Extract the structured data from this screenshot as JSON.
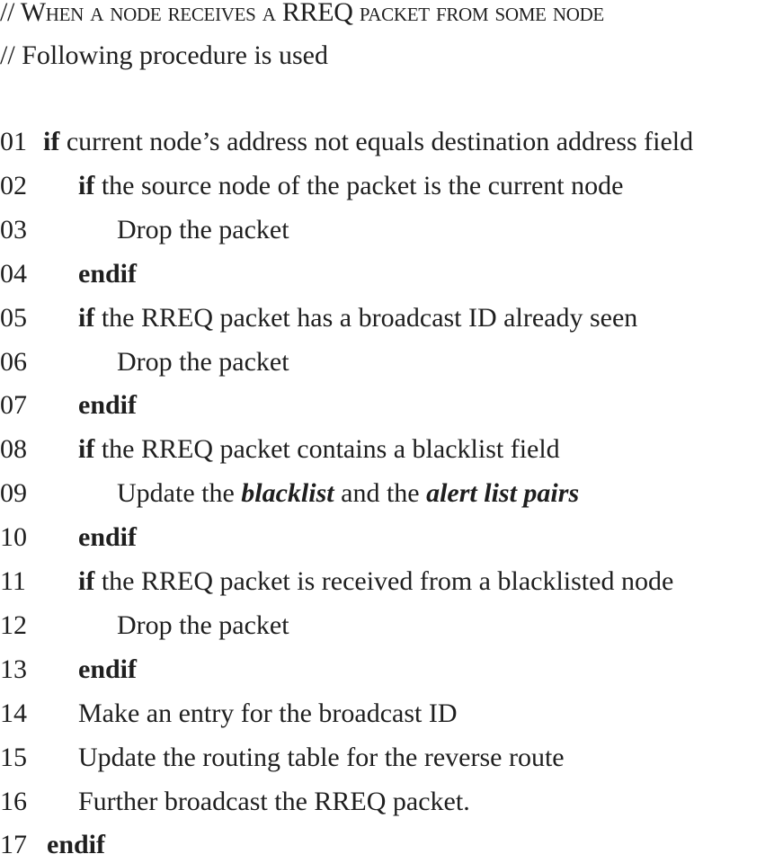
{
  "header": {
    "comment_prefix": "// ",
    "title_lead": "W",
    "title_rest": "hen a node receives a ",
    "title_rreq": "RREQ",
    "title_tail": " packet from some node",
    "subtitle": "// Following procedure is used"
  },
  "lines": [
    {
      "num": "01",
      "indent": 0,
      "parts": [
        {
          "text": "if",
          "style": "kw"
        },
        {
          "text": " current node’s address not equals destination address field",
          "style": ""
        }
      ]
    },
    {
      "num": "02",
      "indent": 1,
      "parts": [
        {
          "text": "if",
          "style": "kw"
        },
        {
          "text": " the source node of the packet is the current node",
          "style": ""
        }
      ]
    },
    {
      "num": "03",
      "indent": 2,
      "parts": [
        {
          "text": "Drop the packet",
          "style": ""
        }
      ]
    },
    {
      "num": "04",
      "indent": 1,
      "parts": [
        {
          "text": "endif",
          "style": "kw"
        }
      ]
    },
    {
      "num": "05",
      "indent": 1,
      "parts": [
        {
          "text": "if",
          "style": "kw"
        },
        {
          "text": " the RREQ packet has a broadcast ID already seen",
          "style": ""
        }
      ]
    },
    {
      "num": "06",
      "indent": 2,
      "parts": [
        {
          "text": "Drop the packet",
          "style": ""
        }
      ]
    },
    {
      "num": "07",
      "indent": 1,
      "parts": [
        {
          "text": "endif",
          "style": "kw"
        }
      ]
    },
    {
      "num": "08",
      "indent": 1,
      "parts": [
        {
          "text": "if",
          "style": "kw"
        },
        {
          "text": " the RREQ packet contains a blacklist field",
          "style": ""
        }
      ]
    },
    {
      "num": "09",
      "indent": 2,
      "parts": [
        {
          "text": "Update the ",
          "style": ""
        },
        {
          "text": "blacklist",
          "style": "bi"
        },
        {
          "text": " and the ",
          "style": ""
        },
        {
          "text": "alert list pairs",
          "style": "bi"
        }
      ]
    },
    {
      "num": "10",
      "indent": 1,
      "parts": [
        {
          "text": "endif",
          "style": "kw"
        }
      ]
    },
    {
      "num": "11",
      "indent": 1,
      "parts": [
        {
          "text": "if",
          "style": "kw"
        },
        {
          "text": " the RREQ packet is received from a blacklisted node",
          "style": ""
        }
      ]
    },
    {
      "num": "12",
      "indent": 2,
      "parts": [
        {
          "text": "Drop the packet",
          "style": ""
        }
      ]
    },
    {
      "num": "13",
      "indent": 1,
      "parts": [
        {
          "text": "endif",
          "style": "kw"
        }
      ]
    },
    {
      "num": "14",
      "indent": 1,
      "parts": [
        {
          "text": "Make an entry for the broadcast ID",
          "style": ""
        }
      ]
    },
    {
      "num": "15",
      "indent": 1,
      "parts": [
        {
          "text": "Update the routing table for the reverse route",
          "style": ""
        }
      ]
    },
    {
      "num": "16",
      "indent": 1,
      "parts": [
        {
          "text": "Further broadcast the RREQ packet.",
          "style": ""
        }
      ]
    },
    {
      "num": "17",
      "indent": 0,
      "parts": [
        {
          "text": "endif",
          "style": "kw"
        }
      ]
    }
  ]
}
